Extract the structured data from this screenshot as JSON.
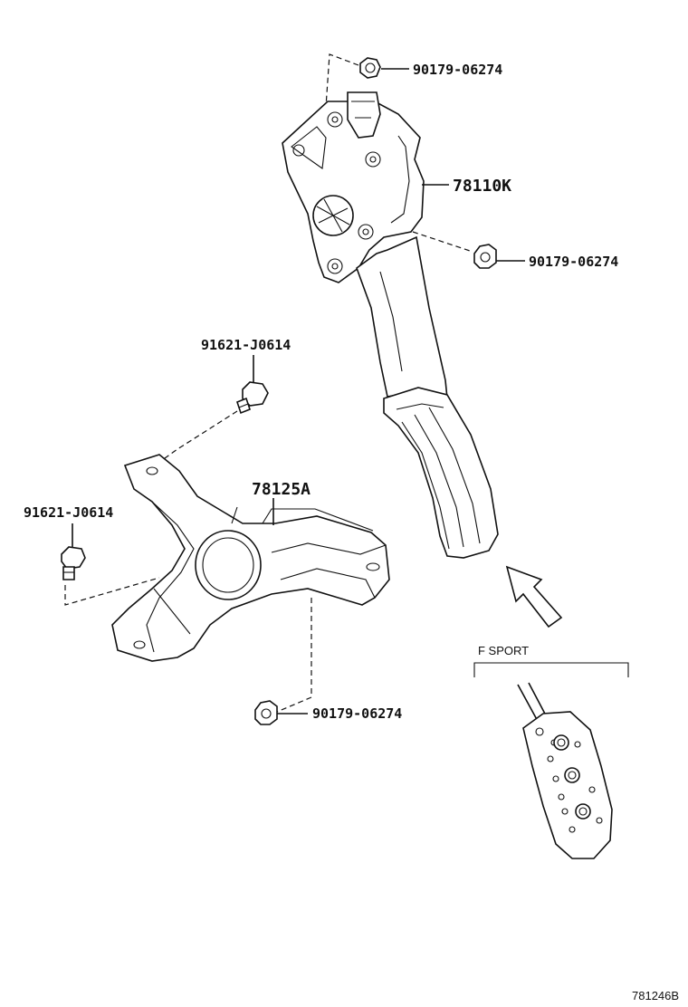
{
  "labels": {
    "nut_top": "90179-06274",
    "pedal_assy": "78110K",
    "nut_mid": "90179-06274",
    "bolt_upper": "91621-J0614",
    "bracket": "78125A",
    "bolt_left": "91621-J0614",
    "nut_bottom": "90179-06274",
    "variant": "F SPORT",
    "diagram_code": "781246B"
  },
  "icons": [
    "nut-icon",
    "bolt-icon",
    "accelerator-pedal-icon",
    "bracket-icon",
    "direction-arrow-icon",
    "sport-pedal-pad-icon"
  ]
}
